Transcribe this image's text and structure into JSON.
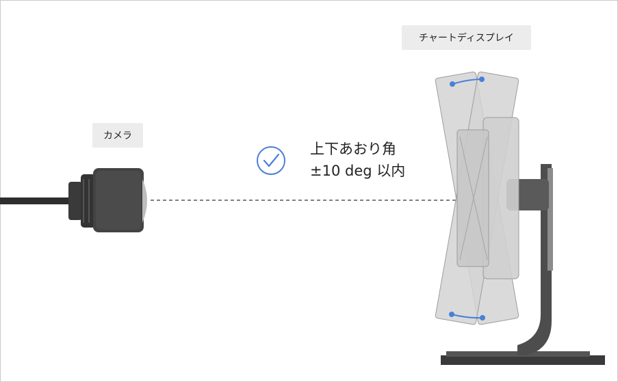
{
  "camera": {
    "label": "カメラ"
  },
  "display": {
    "label": "チャートディスプレイ"
  },
  "tilt_note": {
    "line1": "上下あおり角",
    "line2": "±10 deg 以内",
    "icon": "check-circle-icon",
    "accent_color": "#4a7fd6"
  },
  "colors": {
    "accent": "#4a7fd6",
    "panel_fill": "#d6d6d6",
    "panel_stroke": "#9a9a9a",
    "stand_dark": "#4d4d4d",
    "camera_body": "#3c3c3c"
  }
}
